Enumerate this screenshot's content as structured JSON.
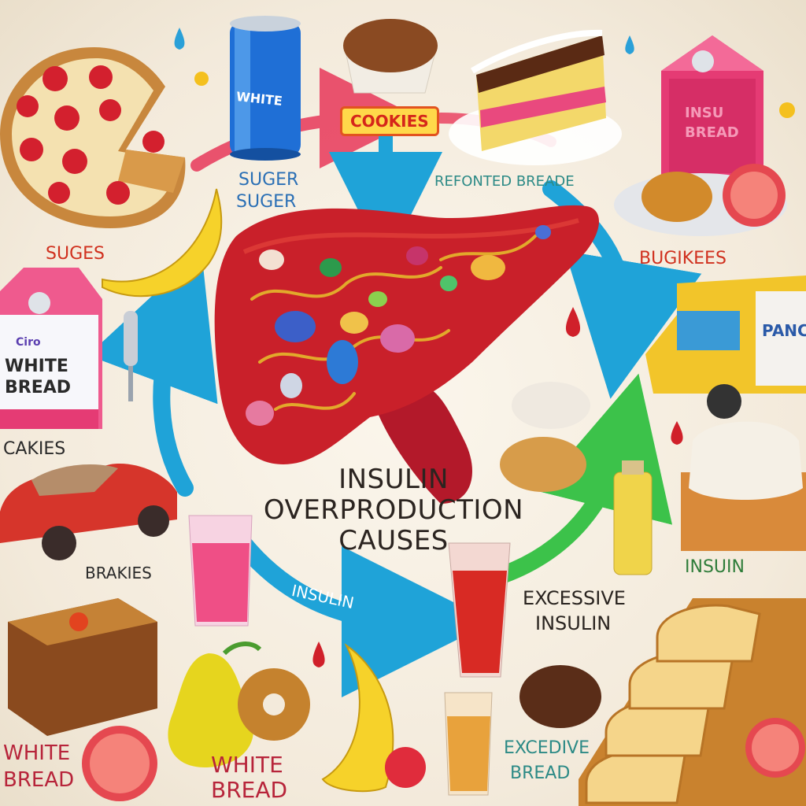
{
  "title": {
    "line1": "INSULIN",
    "line2": "OVERPRODUCTION",
    "line3": "CAUSES"
  },
  "labels": {
    "cookies": "COOKIES",
    "suger_1": "SUGER",
    "suger_2": "SUGER",
    "refonted": "REFONTED BREADE",
    "suges": "SUGES",
    "bugikees": "BUGIKEES",
    "cakies": "CAKIES",
    "brakies": "BRAKIES",
    "insulin_arrow": "INSULIN",
    "excessive_insulin_1": "EXCESSIVE",
    "excessive_insulin_2": "INSULIN",
    "insuin": "INSUIN",
    "excedive_1": "EXCEDIVE",
    "excedive_2": "BREAD",
    "white_bread_left_1": "WHITE",
    "white_bread_left_2": "BREAD",
    "white_bread_center_1": "WHITE",
    "white_bread_center_2": "BREAD"
  },
  "product_text": {
    "can": "WHITE",
    "carton_left_1": "WHITE",
    "carton_left_2": "BREAD",
    "carton_left_brand": "Ciro",
    "carton_right_1": "INSU",
    "carton_right_2": "BREAD",
    "truck": "PANCR"
  },
  "colors": {
    "background": "#f6efe3",
    "liver": "#c9202a",
    "arrow_blue": "#1fa3d8",
    "arrow_green": "#3cc24a",
    "arrow_red": "#e8385a",
    "label_red": "#d0301e",
    "label_blue": "#2a6fb5",
    "label_green": "#2f7d3a",
    "label_teal": "#2c8a86"
  }
}
